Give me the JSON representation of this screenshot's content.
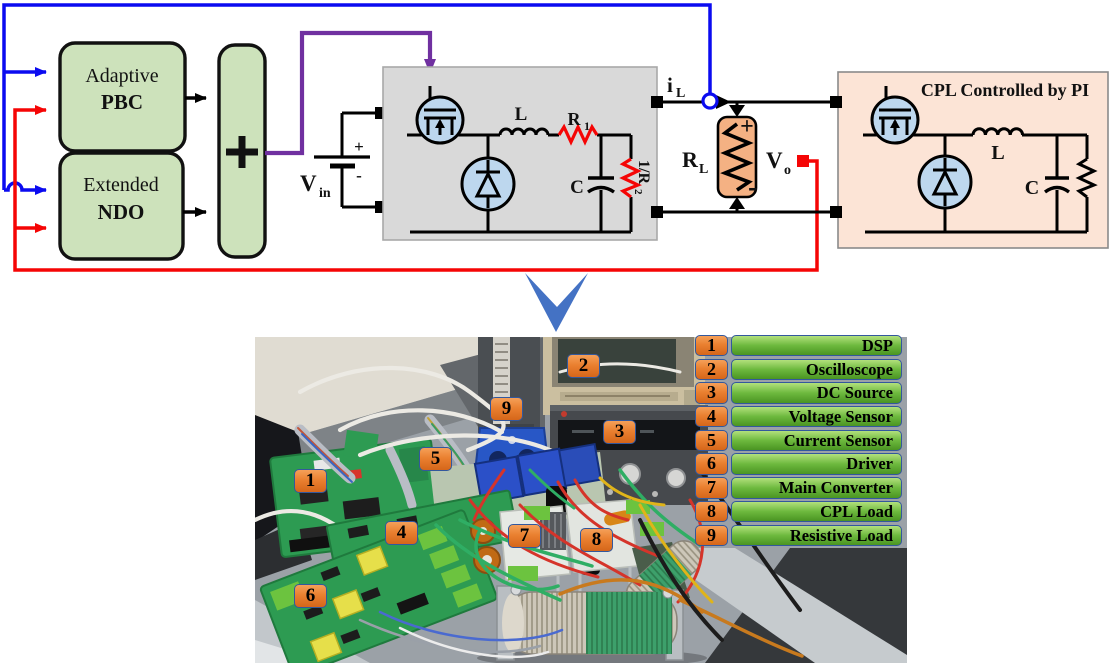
{
  "schematic": {
    "pbc": {
      "line1": "Adaptive",
      "line2": "PBC"
    },
    "ndo": {
      "line1": "Extended",
      "line2": "NDO"
    },
    "sum_symbol": "+",
    "vin": {
      "sym": "V",
      "sub": "in",
      "plus": "+",
      "minus": "-"
    },
    "buck": {
      "l": "L",
      "r1": "R",
      "r1sub": "1",
      "c": "C",
      "r2": "1/R",
      "r2sub": "2"
    },
    "out": {
      "i": "i",
      "isub": "L",
      "r": "R",
      "rsub": "L",
      "v": "V",
      "vsub": "o",
      "plus": "+",
      "minus": "-"
    },
    "cpl": {
      "title": "CPL Controlled by PI",
      "l": "L",
      "c": "C"
    },
    "colors": {
      "current_feedback": "#0b0bf0",
      "voltage_feedback": "#f50505",
      "control_signal": "#7030a0",
      "down_arrow": "#4472c4",
      "block_fill": "#cde2bb",
      "converter_fill": "#d9d9d9",
      "cpl_fill": "#fce4d6",
      "device_fill": "#bdd7ee",
      "load_fill": "#f4b183"
    }
  },
  "legend": {
    "items": [
      {
        "num": "1",
        "label": "DSP"
      },
      {
        "num": "2",
        "label": "Oscilloscope"
      },
      {
        "num": "3",
        "label": "DC Source"
      },
      {
        "num": "4",
        "label": "Voltage Sensor"
      },
      {
        "num": "5",
        "label": "Current Sensor"
      },
      {
        "num": "6",
        "label": "Driver"
      },
      {
        "num": "7",
        "label": "Main Converter"
      },
      {
        "num": "8",
        "label": "CPL Load"
      },
      {
        "num": "9",
        "label": "Resistive Load"
      }
    ]
  },
  "photo": {
    "tags": [
      "1",
      "2",
      "3",
      "4",
      "5",
      "6",
      "7",
      "8",
      "9"
    ]
  }
}
